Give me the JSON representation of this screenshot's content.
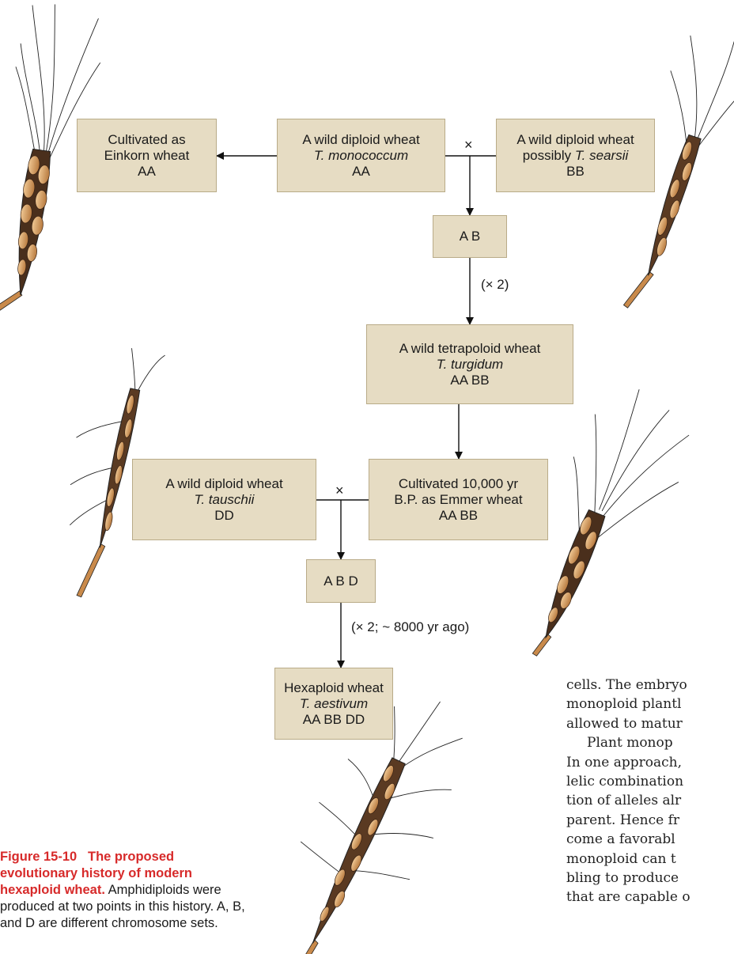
{
  "boxes": {
    "einkorn": {
      "l1": "Cultivated as",
      "l2": "Einkorn wheat",
      "l3": "AA"
    },
    "monococcum": {
      "l1": "A wild diploid wheat",
      "l2": "T. monococcum",
      "l3": "AA"
    },
    "searsii": {
      "l1": "A wild diploid wheat",
      "l2a": "possibly ",
      "l2b": "T. searsii",
      "l3": "BB"
    },
    "ab": {
      "l1": "A B"
    },
    "turgidum": {
      "l1": "A wild tetrapoloid wheat",
      "l2": "T. turgidum",
      "l3": "AA BB"
    },
    "tauschii": {
      "l1": "A wild diploid wheat",
      "l2": "T. tauschii",
      "l3": "DD"
    },
    "emmer": {
      "l1": "Cultivated 10,000 yr",
      "l2": "B.P. as Emmer wheat",
      "l3": "AA BB"
    },
    "abd": {
      "l1": "A B D"
    },
    "aestivum": {
      "l1": "Hexaploid wheat",
      "l2": "T. aestivum",
      "l3": "AA BB DD"
    }
  },
  "labels": {
    "cross1": "×",
    "cross2": "×",
    "double1": "(× 2)",
    "double2": "(× 2; ~ 8000 yr ago)"
  },
  "caption": {
    "figure": "Figure 15-10",
    "title": "The proposed evolutionary history of modern hexaploid wheat.",
    "text": "Amphidiploids were produced at two points in this history. A, B, and D are different chromosome sets."
  },
  "body_text": {
    "lines": [
      "cells. The embryo",
      "monoploid plantl",
      "allowed to matur",
      "Plant monop",
      "In one approach,",
      "lelic combination",
      "tion of alleles alr",
      "parent. Hence fr",
      "come a favorabl",
      "monoploid can t",
      "bling to produce",
      "that are capable o"
    ]
  },
  "colors": {
    "box_fill": "#e6dcc3",
    "caption_red": "#d72a2a",
    "wheat_dark": "#4a2f1c",
    "wheat_light": "#e3b27a"
  }
}
